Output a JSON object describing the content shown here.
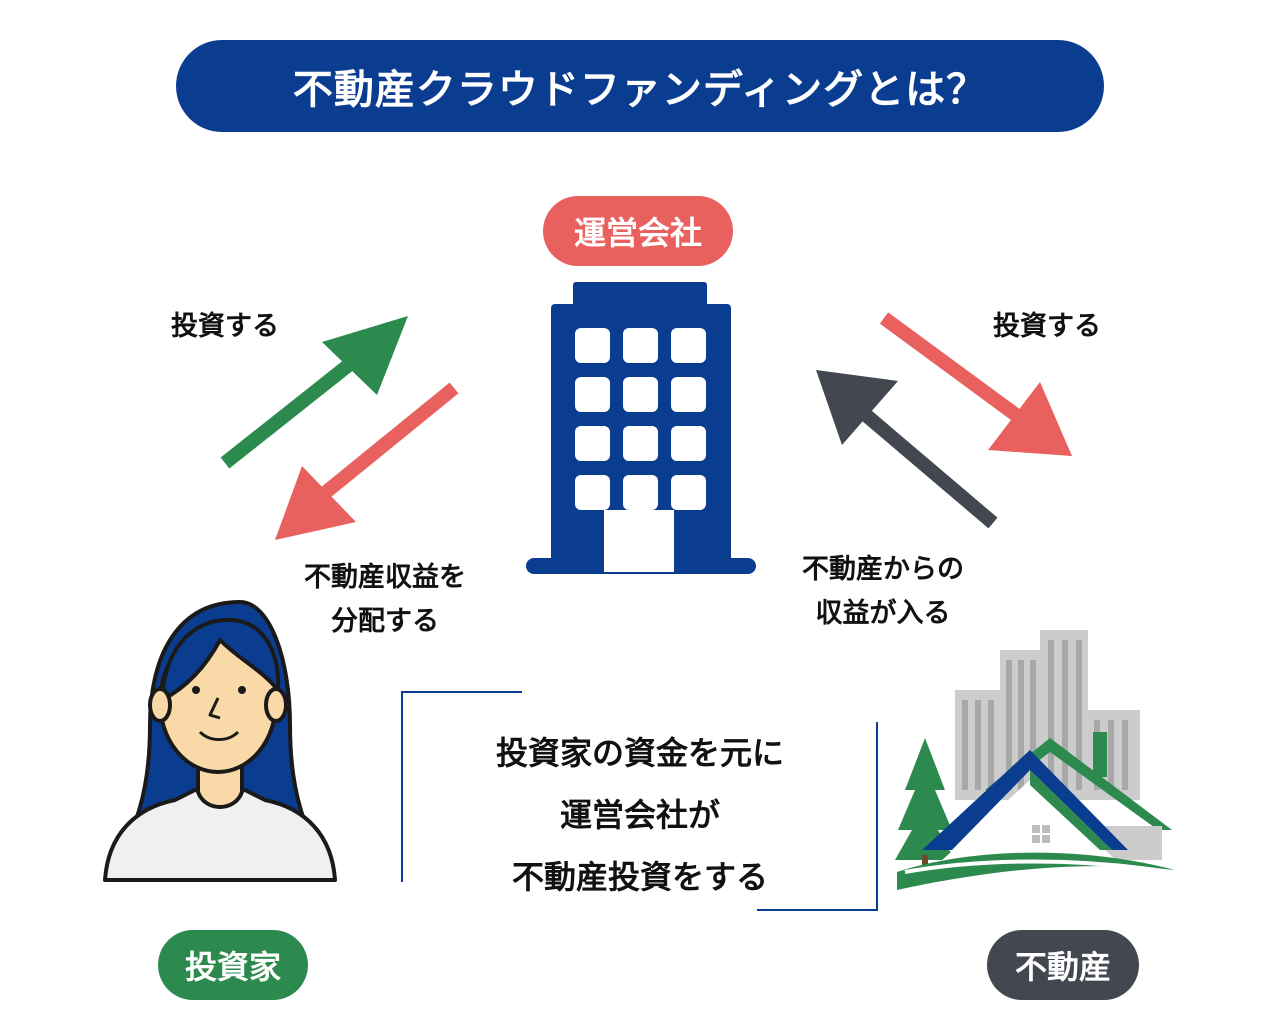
{
  "title": "不動産クラウドファンディングとは？",
  "nodes": {
    "company": "運営会社",
    "investor": "投資家",
    "real_estate": "不動産"
  },
  "flows": {
    "investor_invest": "投資する",
    "investor_profit_line1": "不動産収益を",
    "investor_profit_line2": "分配する",
    "company_invest": "投資する",
    "company_income_line1": "不動産からの",
    "company_income_line2": "収益が入る"
  },
  "summary": {
    "line1": "投資家の資金を元に",
    "line2": "運営会社が",
    "line3": "不動産投資をする"
  },
  "colors": {
    "navy": "#0a3d8f",
    "red": "#e8615e",
    "green": "#2d8a4e",
    "dark_gray": "#43474f"
  }
}
